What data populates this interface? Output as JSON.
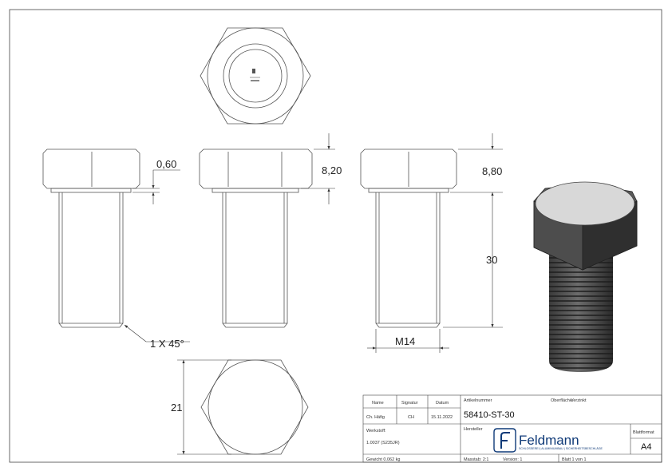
{
  "dimensions": {
    "collar": "0,60",
    "head_height": "8,20",
    "head_total": "8,80",
    "shank_length": "30",
    "thread": "M14",
    "chamfer": "1 X 45°",
    "across_flats": "21"
  },
  "title_block": {
    "name_label": "Name",
    "signatur_label": "Signatur",
    "datum_label": "Datum",
    "row_name": "Ch. Häfig",
    "row_sig": "CH",
    "row_date": "15.11.2022",
    "artikel_label": "Artikelnummer",
    "oberflaeche_label": "Oberfläche:",
    "oberflaeche_value": "Verzinkt",
    "artikel_value": "58410-ST-30",
    "werkstoff_label": "Werkstoff:",
    "werkstoff_value": "1.0037 (S235JR)",
    "hersteller_label": "Hersteller",
    "logo_text": "Feldmann",
    "logo_tagline": "SCHLOSSEREI | ALUMINIUMBAU | SICHERHEITSBESCHLÄGE",
    "blattformat_label": "Blattformat",
    "blattformat_value": "A4",
    "gewicht": "Gewicht 0.062 kg",
    "massstab": "Masstab: 2:1",
    "version": "Version: 1",
    "blatt": "Blatt 1 von 1"
  },
  "colors": {
    "line": "#555555",
    "brand": "#0f3a78"
  }
}
